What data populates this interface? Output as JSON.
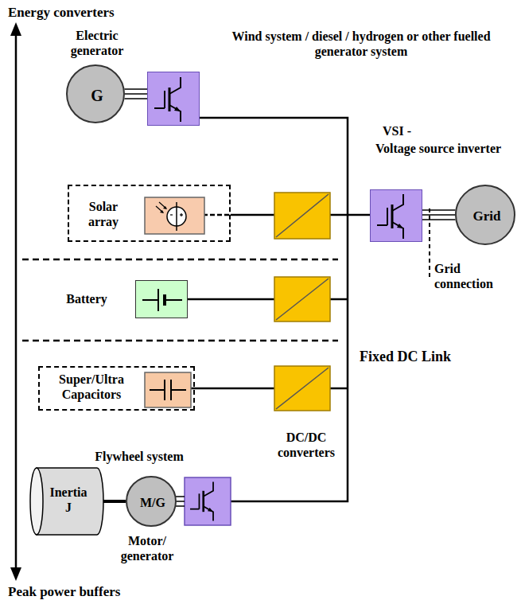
{
  "diagram": {
    "nodes": [
      {
        "text": [
          "Electric generator",
          "G"
        ]
      },
      {
        "text": [
          "Wind system / diesel / hydrogen or other fuelled generator system"
        ]
      },
      {
        "text": [
          "Solar array"
        ]
      },
      {
        "text": [
          "VSI -",
          "Voltage source inverter"
        ]
      },
      {
        "text": [
          "Grid"
        ]
      },
      {
        "text": [
          "Battery"
        ]
      },
      {
        "text": [
          "Super/Ultra Capacitors"
        ]
      },
      {
        "text": [
          "Flywheel system",
          "M/G",
          "Motor/ generator"
        ]
      },
      {
        "text": [
          "Inertia J"
        ]
      }
    ],
    "edges": [
      {
        "from": 0,
        "to": 1,
        "arrow": "none"
      },
      {
        "from": 3,
        "to": 4,
        "arrow": "none"
      },
      {
        "from": 8,
        "to": 7,
        "arrow": "none"
      }
    ],
    "labels": [
      "Energy converters",
      "Grid connection",
      "Fixed DC Link",
      "DC/DC converters",
      "Peak power buffers"
    ]
  }
}
